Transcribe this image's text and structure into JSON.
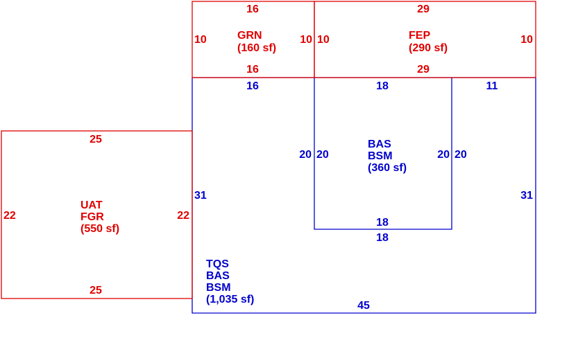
{
  "colors": {
    "exterior": "#e00000",
    "living": "#0000cc",
    "background": "#ffffff"
  },
  "areas": [
    {
      "id": "grn",
      "stroke": "exterior",
      "codes": [
        "GRN"
      ],
      "area_label": "(160 sf)",
      "sides": {
        "top": "16",
        "bottom": "16",
        "left": "10",
        "right": "10"
      }
    },
    {
      "id": "fep",
      "stroke": "exterior",
      "codes": [
        "FEP"
      ],
      "area_label": "(290 sf)",
      "sides": {
        "top": "29",
        "bottom": "29",
        "left": "10",
        "right": "10"
      }
    },
    {
      "id": "uat",
      "stroke": "exterior",
      "codes": [
        "UAT",
        "FGR"
      ],
      "area_label": "(550 sf)",
      "sides": {
        "top": "25",
        "bottom": "25",
        "left": "22",
        "right": "22"
      }
    },
    {
      "id": "bas-inner",
      "stroke": "living",
      "codes": [
        "BAS",
        "BSM"
      ],
      "area_label": "(360 sf)",
      "sides": {
        "top": "18",
        "bottom": "18",
        "left": "20",
        "right": "20"
      }
    },
    {
      "id": "tqs",
      "stroke": "living",
      "codes": [
        "TQS",
        "BAS",
        "BSM"
      ],
      "area_label": "(1,035 sf)",
      "sides": {
        "top_left": "16",
        "top_mid": "18",
        "top_right": "11",
        "left": "31",
        "right": "31",
        "inner_left": "20",
        "inner_right": "20",
        "inner_bottom": "18",
        "bottom": "45"
      }
    }
  ]
}
